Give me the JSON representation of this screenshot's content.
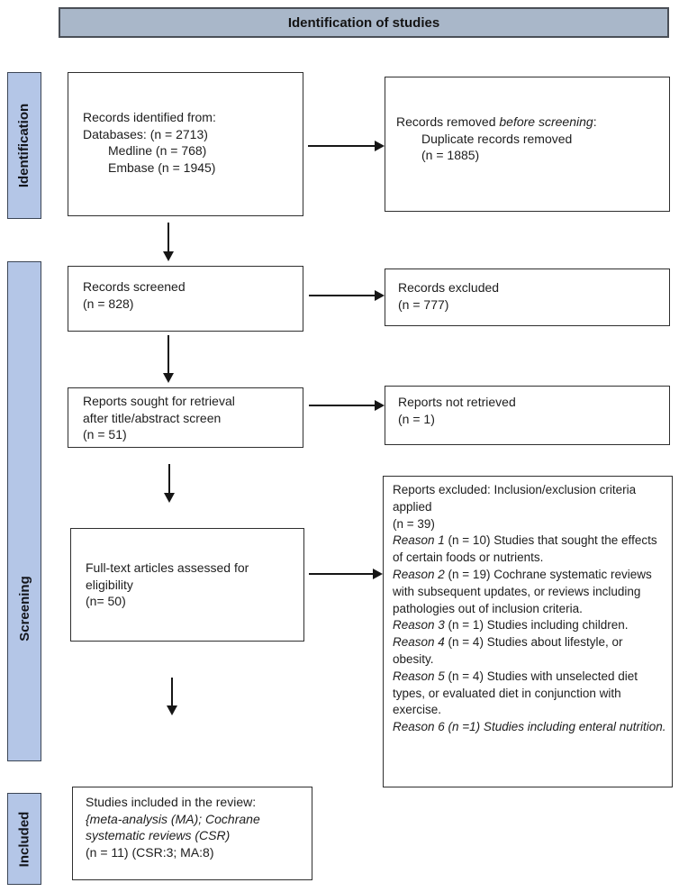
{
  "header": {
    "title": "Identification of studies"
  },
  "sidebar": {
    "identification": "Identification",
    "screening": "Screening",
    "included": "Included"
  },
  "boxes": {
    "records_identified": {
      "l1": "Records identified from:",
      "l2": "Databases: (n = 2713)",
      "l3": "Medline (n = 768)",
      "l4": "Embase (n = 1945)"
    },
    "records_removed": {
      "l1_pre": "Records removed ",
      "l1_em": "before screening",
      "l1_post": ":",
      "l2": "Duplicate records removed",
      "l3": "(n = 1885)"
    },
    "records_screened": {
      "l1": "Records screened",
      "l2": "(n = 828)"
    },
    "records_excluded": {
      "l1": "Records excluded",
      "l2": "(n = 777)"
    },
    "reports_sought": {
      "l1": "Reports sought for retrieval",
      "l2": "after title/abstract screen",
      "l3": "(n = 51)"
    },
    "reports_not_retrieved": {
      "l1": "Reports not retrieved",
      "l2": "(n = 1)"
    },
    "full_text": {
      "l1": "Full-text articles assessed for",
      "l2": "eligibility",
      "l3": "(n= 50)"
    },
    "reports_excluded_reasons": {
      "intro": "Reports excluded: Inclusion/exclusion criteria applied",
      "count": "(n = 39)",
      "reasons": [
        {
          "label": "Reason 1",
          "text": " (n = 10) Studies that sought the effects of certain foods or nutrients."
        },
        {
          "label": "Reason 2",
          "text": " (n = 19) Cochrane systematic reviews with subsequent updates, or reviews including pathologies out of inclusion criteria."
        },
        {
          "label": "Reason 3",
          "text": " (n = 1) Studies including children."
        },
        {
          "label": "Reason 4",
          "text": " (n = 4) Studies about lifestyle, or obesity."
        },
        {
          "label": "Reason 5",
          "text": " (n = 4) Studies with unselected diet types, or evaluated diet in conjunction with exercise."
        },
        {
          "label": "Reason 6 (n =1) Studies including enteral nutrition.",
          "text": ""
        }
      ]
    },
    "studies_included": {
      "l1": "Studies included in the review:",
      "l2": "{meta-analysis (MA); Cochrane",
      "l3": "systematic reviews (CSR)",
      "l4": "(n = 11) (CSR:3; MA:8)"
    }
  },
  "colors": {
    "header_fill": "#a9b7c9",
    "sidebar_fill": "#b4c6e7",
    "box_border": "#2f2f2f",
    "arrow": "#161616"
  }
}
